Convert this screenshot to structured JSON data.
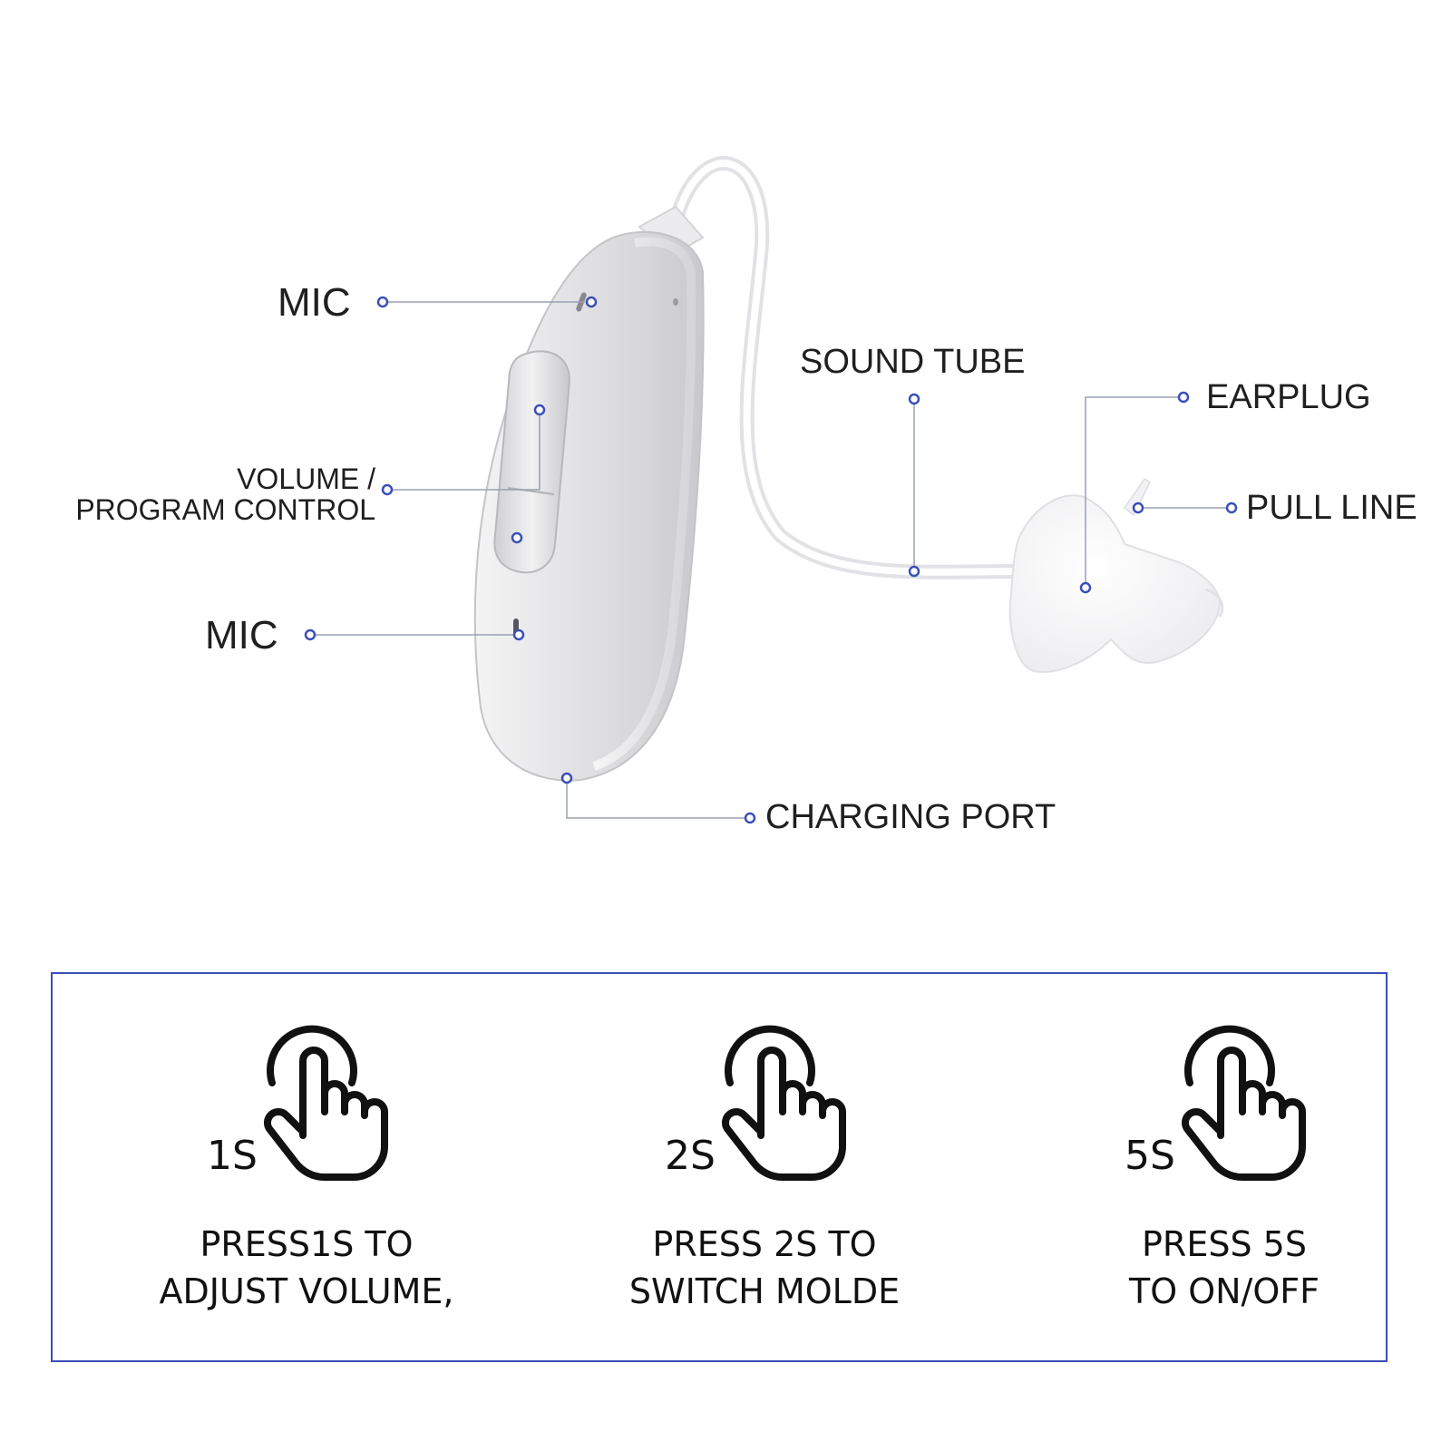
{
  "colors": {
    "accent": "#3b4fb8",
    "leader_line": "#9aa0b4",
    "device": "#e4e4e6"
  },
  "labels": {
    "mic_top": "MIC",
    "volume_line1": "VOLUME /",
    "volume_line2": "PROGRAM CONTROL",
    "mic_bottom": "MIC",
    "sound_tube": "SOUND TUBE",
    "earplug": "EARPLUG",
    "pull_line": "PULL LINE",
    "charging_port": "CHARGING PORT"
  },
  "steps": [
    {
      "duration": "1S",
      "line1": "PRESS1S TO",
      "line2": "ADJUST VOLUME,",
      "icon": "tap-hand-icon"
    },
    {
      "duration": "2S",
      "line1": "PRESS 2S TO",
      "line2": "SWITCH MOLDE",
      "icon": "tap-hand-icon"
    },
    {
      "duration": "5S",
      "line1": "PRESS 5S",
      "line2": "TO ON/OFF",
      "icon": "tap-hand-icon"
    }
  ]
}
